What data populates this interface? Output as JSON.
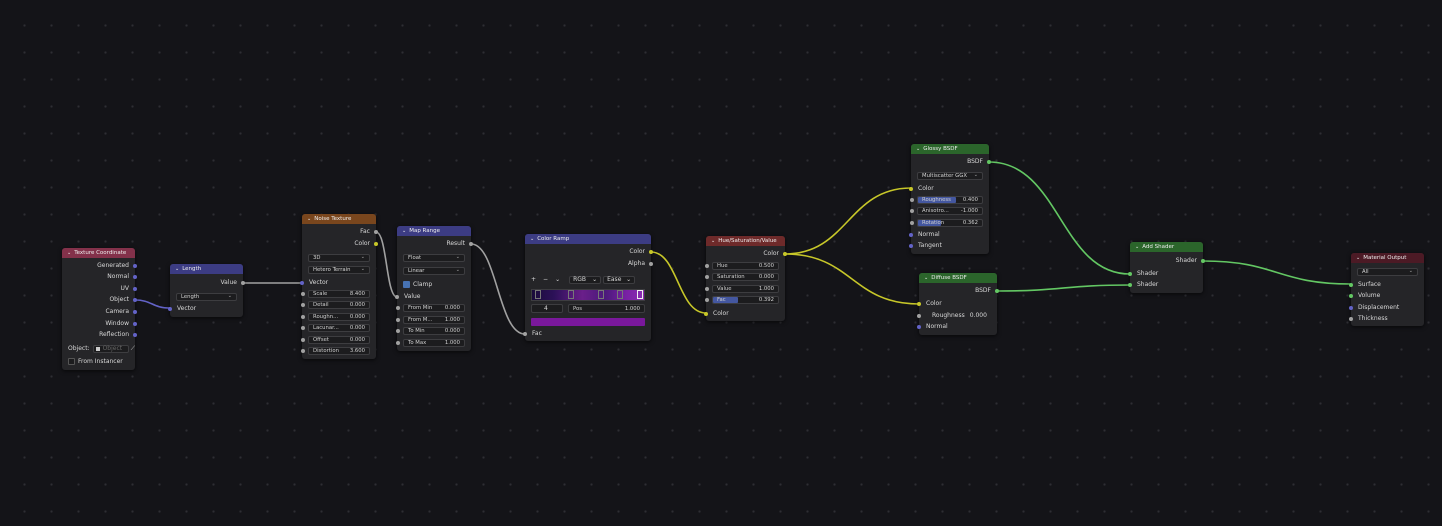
{
  "nodes": {
    "texcoord": {
      "title": "Texture Coordinate",
      "outputs": [
        "Generated",
        "Normal",
        "UV",
        "Object",
        "Camera",
        "Window",
        "Reflection"
      ],
      "object_label": "Object:",
      "object_placeholder": "Object",
      "from_instancer": "From Instancer"
    },
    "length": {
      "title": "Length",
      "output": "Value",
      "operation": "Length",
      "input": "Vector"
    },
    "noise": {
      "title": "Noise Texture",
      "outputs": [
        "Fac",
        "Color"
      ],
      "dimensions": "3D",
      "type": "Hetero Terrain",
      "input_vector": "Vector",
      "fields": [
        {
          "label": "Scale",
          "value": "8.400"
        },
        {
          "label": "Detail",
          "value": "0.000"
        },
        {
          "label": "Roughn...",
          "value": "0.000"
        },
        {
          "label": "Lacunar...",
          "value": "0.000"
        },
        {
          "label": "Offset",
          "value": "0.000"
        },
        {
          "label": "Distortion",
          "value": "3.600"
        }
      ]
    },
    "maprange": {
      "title": "Map Range",
      "output": "Result",
      "data_type": "Float",
      "interpolation": "Linear",
      "clamp": "Clamp",
      "input_value": "Value",
      "fields": [
        {
          "label": "From Min",
          "value": "0.000"
        },
        {
          "label": "From M...",
          "value": "1.000"
        },
        {
          "label": "To Min",
          "value": "0.000"
        },
        {
          "label": "To Max",
          "value": "1.000"
        }
      ]
    },
    "colorramp": {
      "title": "Color Ramp",
      "outputs": [
        "Color",
        "Alpha"
      ],
      "add_icon": "+",
      "remove_icon": "−",
      "menu_icon": "⌄",
      "color_mode": "RGB",
      "interp": "Ease",
      "stop_index": "4",
      "pos_label": "Pos",
      "pos_value": "1.000",
      "input": "Fac"
    },
    "hsv": {
      "title": "Hue/Saturation/Value",
      "output": "Color",
      "fields": [
        {
          "label": "Hue",
          "value": "0.500"
        },
        {
          "label": "Saturation",
          "value": "0.000"
        },
        {
          "label": "Value",
          "value": "1.000"
        },
        {
          "label": "Fac",
          "value": "0.392"
        }
      ],
      "input_color": "Color"
    },
    "glossy": {
      "title": "Glossy BSDF",
      "output": "BSDF",
      "distribution": "Multiscatter GGX",
      "input_color": "Color",
      "fields": [
        {
          "label": "Roughness",
          "value": "0.400"
        },
        {
          "label": "Anisotro...",
          "value": "-1.000"
        },
        {
          "label": "Rotation",
          "value": "0.362"
        }
      ],
      "normal": "Normal",
      "tangent": "Tangent"
    },
    "diffuse": {
      "title": "Diffuse BSDF",
      "output": "BSDF",
      "input_color": "Color",
      "roughness_label": "Roughness",
      "roughness_value": "0.000",
      "normal": "Normal"
    },
    "addshader": {
      "title": "Add Shader",
      "output": "Shader",
      "inputs": [
        "Shader",
        "Shader"
      ]
    },
    "output": {
      "title": "Material Output",
      "target": "All",
      "inputs": [
        "Surface",
        "Volume",
        "Displacement",
        "Thickness"
      ]
    }
  },
  "colors": {
    "header_input": "#83314a",
    "header_converter": "#3c3c83",
    "header_texture": "#79461d",
    "header_color": "#6e2a2a",
    "header_shader": "#2b652b",
    "header_output": "#4c1a25",
    "socket_vector": "#6363c7",
    "socket_color": "#c7c729",
    "socket_float": "#a1a1a1",
    "socket_shader": "#63c763",
    "background": "#141418"
  }
}
